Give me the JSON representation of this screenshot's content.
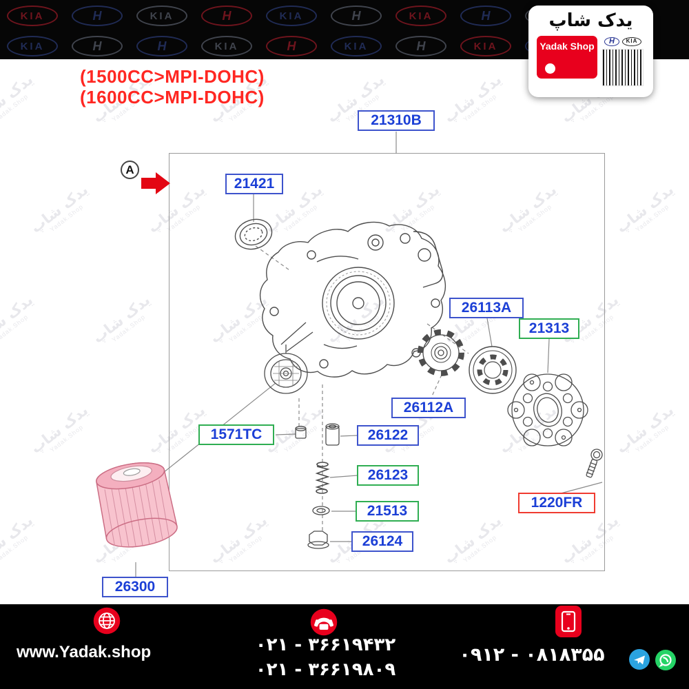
{
  "header": {
    "brand_title": "یدک شاپ",
    "brand_logo_text": "Yadak Shop",
    "kia_label": "KIA",
    "hyundai_label": "H",
    "engine_specs": [
      "(1500CC>MPI-DOHC)",
      "(1600CC>MPI-DOHC)"
    ]
  },
  "diagram": {
    "view_marker": "A",
    "labels": [
      {
        "code": "21310B",
        "color": "blue"
      },
      {
        "code": "21421",
        "color": "blue"
      },
      {
        "code": "26113A",
        "color": "blue"
      },
      {
        "code": "21313",
        "color": "green"
      },
      {
        "code": "26112A",
        "color": "blue"
      },
      {
        "code": "1571TC",
        "color": "green"
      },
      {
        "code": "26122",
        "color": "blue"
      },
      {
        "code": "26123",
        "color": "green"
      },
      {
        "code": "21513",
        "color": "green"
      },
      {
        "code": "26124",
        "color": "blue"
      },
      {
        "code": "1220FR",
        "color": "red"
      },
      {
        "code": "26300",
        "color": "blue"
      }
    ]
  },
  "watermark": {
    "line1": "یدک شاپ",
    "line2": "Yadak.Shop"
  },
  "footer": {
    "website": "www.Yadak.shop",
    "phones": [
      "۰۲۱ - ۳۶۶۱۹۴۳۲",
      "۰۲۱ - ۳۶۶۱۹۸۰۹"
    ],
    "mobile": "۰۹۱۲ - ۰۸۱۸۳۵۵"
  },
  "icons": {
    "globe": "globe-icon",
    "phone": "phone-icon",
    "mobile": "mobile-icon",
    "telegram": "telegram-icon",
    "whatsapp": "whatsapp-icon",
    "kia": "kia-logo",
    "hyundai": "hyundai-logo"
  },
  "colors": {
    "accent_red": "#e8001d",
    "label_text_blue": "#1b3fd6",
    "box_blue": "#3d53cc",
    "box_green": "#2fae52",
    "box_red": "#f03b30",
    "telegram_blue": "#2ba3e0",
    "whatsapp_green": "#25d366",
    "filter_pink": "#f8c3ce"
  }
}
